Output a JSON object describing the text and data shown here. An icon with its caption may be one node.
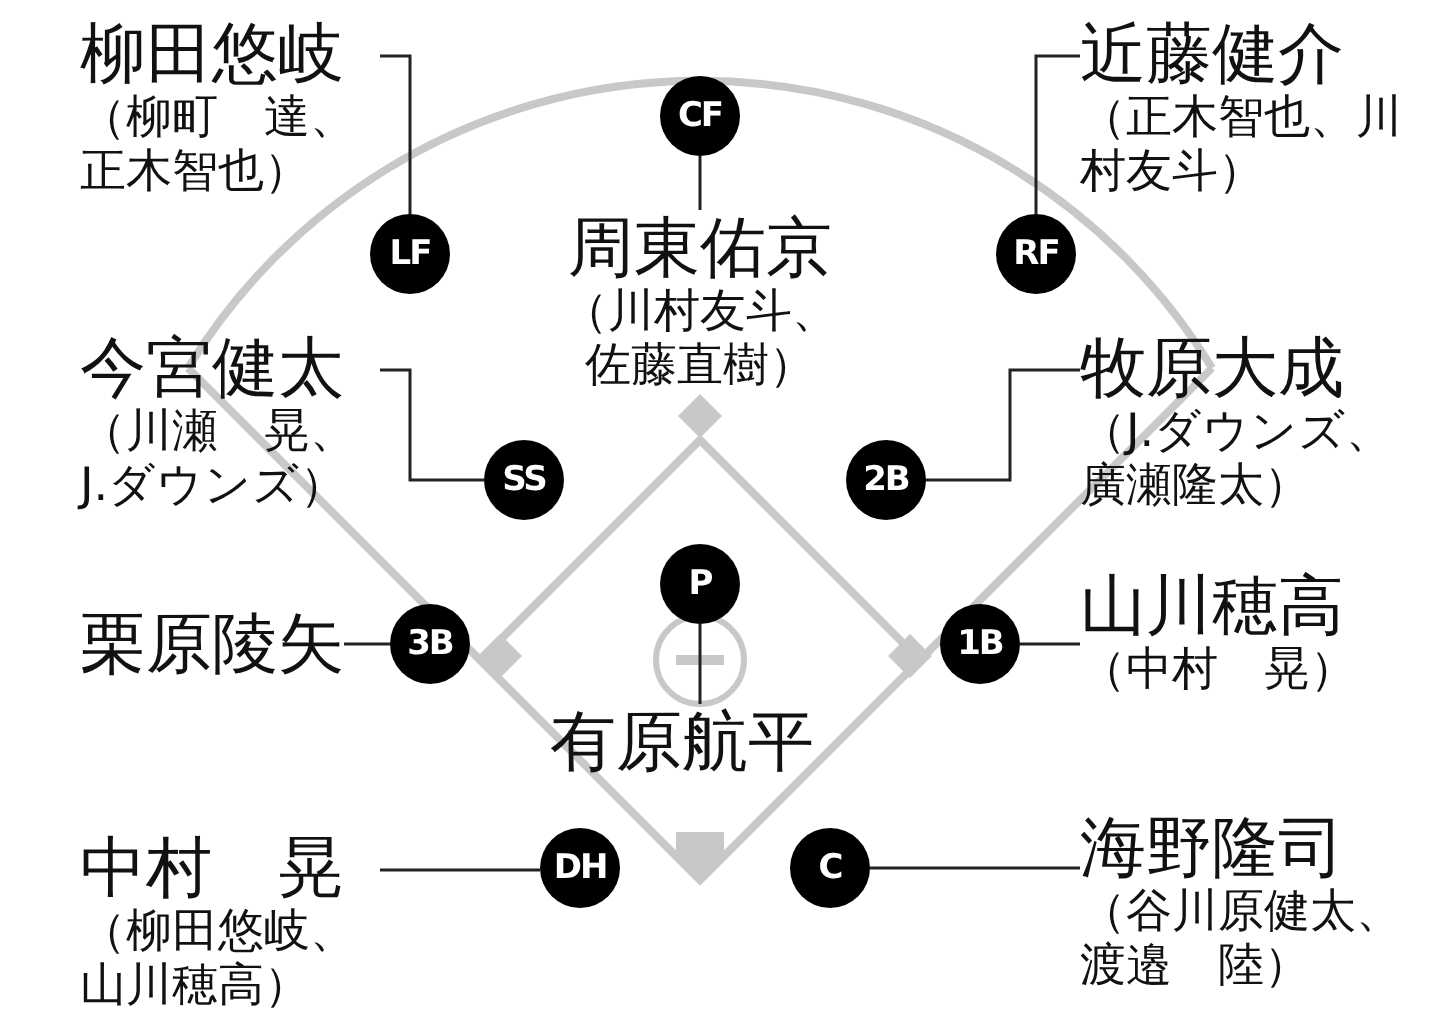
{
  "diagram": {
    "nodes": [
      {
        "text": [
          "柳田悠岐",
          "（柳町　達、正木智也）"
        ]
      },
      {
        "text": [
          "CF"
        ]
      },
      {
        "text": [
          "近藤健介",
          "（正木智也、川村友斗）"
        ]
      },
      {
        "text": [
          "LF"
        ]
      },
      {
        "text": [
          "周東佑京",
          "（川村友斗、佐藤直樹）"
        ]
      },
      {
        "text": [
          "RF"
        ]
      },
      {
        "text": [
          "今宮健太",
          "（川瀬　晃、J.ダウンズ）"
        ]
      },
      {
        "text": [
          "牧原大成",
          "（J.ダウンズ、廣瀬隆太）"
        ]
      },
      {
        "text": [
          "SS"
        ]
      },
      {
        "text": [
          "2B"
        ]
      },
      {
        "text": [
          "P"
        ]
      },
      {
        "text": [
          "栗原陵矢"
        ]
      },
      {
        "text": [
          "3B"
        ]
      },
      {
        "text": [
          "1B"
        ]
      },
      {
        "text": [
          "山川穂高",
          "（中村　晃）"
        ]
      },
      {
        "text": [
          "有原航平"
        ]
      },
      {
        "text": [
          "中村　晃",
          "（柳田悠岐、山川穂高）"
        ]
      },
      {
        "text": [
          "DH"
        ]
      },
      {
        "text": [
          "C"
        ]
      },
      {
        "text": [
          "海野隆司",
          "（谷川原健太、渡邉　陸）"
        ]
      }
    ],
    "edges": [
      {
        "from": 0,
        "to": 3,
        "arrow": "none"
      },
      {
        "from": 1,
        "to": 4,
        "arrow": "none"
      },
      {
        "from": 2,
        "to": 5,
        "arrow": "none"
      },
      {
        "from": 6,
        "to": 8,
        "arrow": "none"
      },
      {
        "from": 7,
        "to": 9,
        "arrow": "none"
      },
      {
        "from": 10,
        "to": 15,
        "arrow": "none"
      },
      {
        "from": 11,
        "to": 12,
        "arrow": "none"
      },
      {
        "from": 13,
        "to": 14,
        "arrow": "none"
      },
      {
        "from": 16,
        "to": 17,
        "arrow": "none"
      },
      {
        "from": 18,
        "to": 19,
        "arrow": "none"
      }
    ]
  }
}
